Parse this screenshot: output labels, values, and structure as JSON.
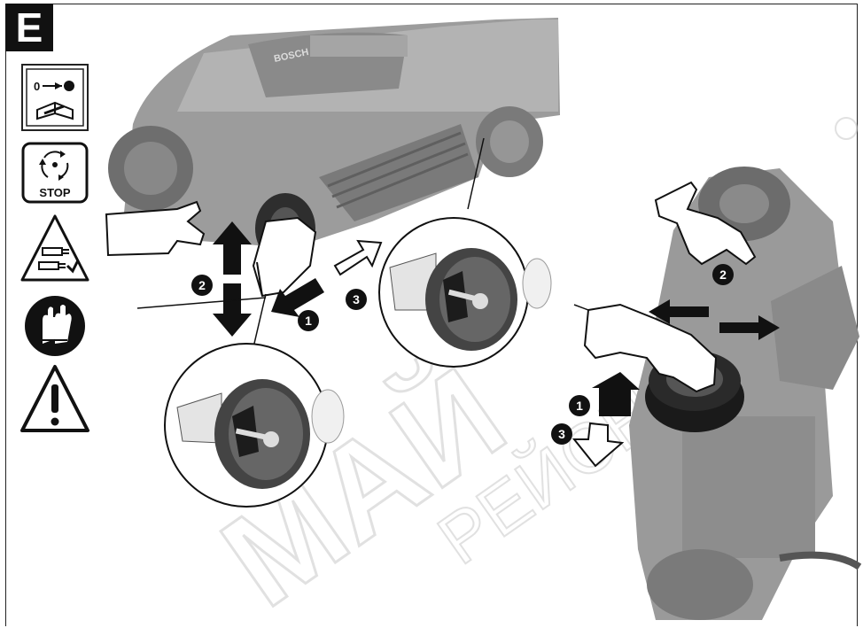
{
  "section": {
    "letter": "E"
  },
  "icons": {
    "stop_label": "STOP",
    "key_label": "0"
  },
  "steps": {
    "left": {
      "s1": "1",
      "s2": "2",
      "s3": "3"
    },
    "right": {
      "s1": "1",
      "s2": "2",
      "s3": "3"
    }
  },
  "product": {
    "brand_label": "BOSCH"
  },
  "colors": {
    "mower_body": "#8c8c8c",
    "mower_light": "#a9a9a9",
    "wheel_dark": "#3a3a3a",
    "arrow_black": "#111111",
    "watermark": "#c8c8c8"
  },
  "watermark": {
    "line1": "МАЙ",
    "line2": "РЕЙСНИ"
  }
}
